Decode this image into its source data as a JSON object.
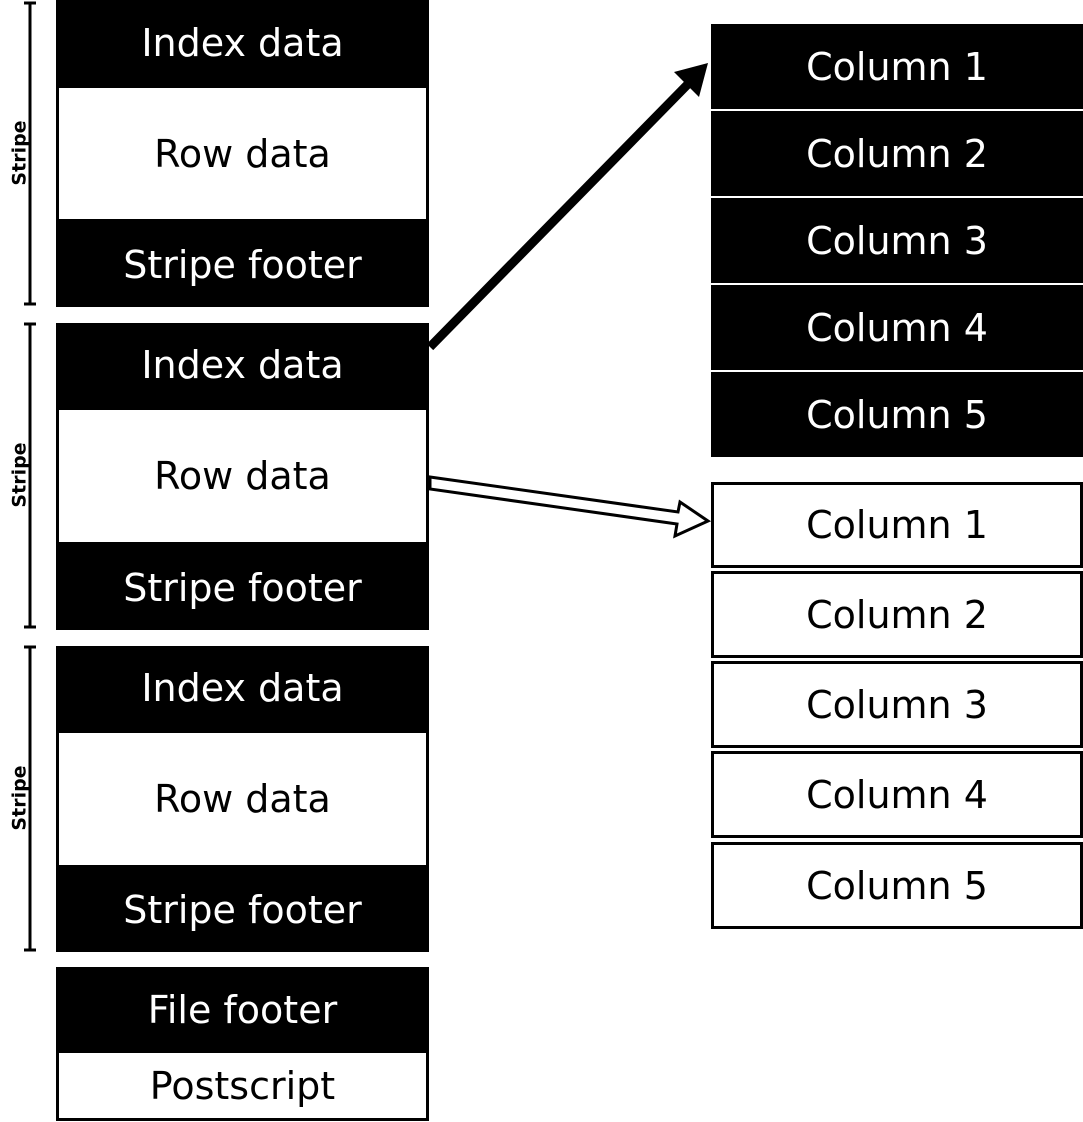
{
  "stripes": [
    {
      "label": "Stripe",
      "index": "Index data",
      "row": "Row data",
      "footer": "Stripe footer"
    },
    {
      "label": "Stripe",
      "index": "Index data",
      "row": "Row data",
      "footer": "Stripe footer"
    },
    {
      "label": "Stripe",
      "index": "Index data",
      "row": "Row data",
      "footer": "Stripe footer"
    }
  ],
  "file_footer": "File footer",
  "postscript": "Postscript",
  "index_columns": [
    "Column 1",
    "Column 2",
    "Column 3",
    "Column 4",
    "Column 5"
  ],
  "row_columns": [
    "Column 1",
    "Column 2",
    "Column 3",
    "Column 4",
    "Column 5"
  ]
}
